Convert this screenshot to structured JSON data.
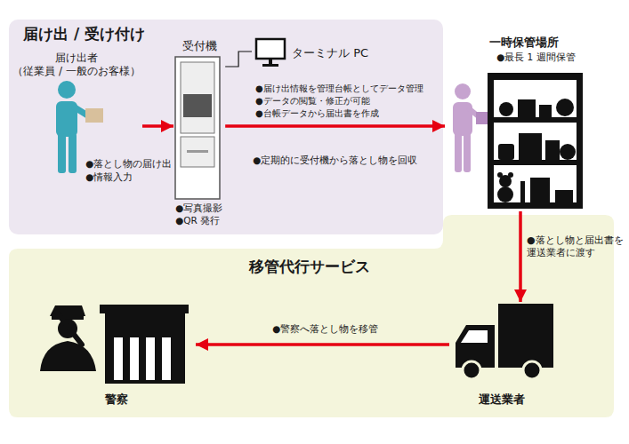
{
  "diagram": {
    "nodes": [
      {
        "text": [
          "届け出 / 受け付け"
        ]
      },
      {
        "text": [
          "届け出者",
          "（従業員 / 一般のお客様）"
        ],
        "in": 0
      },
      {
        "text": [
          "受付機",
          "●写真撮影",
          "●QR 発行"
        ],
        "in": 0
      },
      {
        "text": [
          "ターミナル PC",
          "●届け出情報を管理台帳としてデータ管理",
          "●データの閲覧・修正が可能",
          "●台帳データから届出書を作成"
        ],
        "in": 0
      },
      {
        "text": [
          "一時保管場所",
          "●最長 1 週間保管"
        ]
      },
      {
        "text": [
          "移管代行サービス"
        ]
      },
      {
        "text": [
          "運送業者"
        ],
        "in": 5
      },
      {
        "text": [
          "警察"
        ],
        "in": 5
      }
    ],
    "edges": [
      {
        "from": 1,
        "to": 2,
        "arrow": "to"
      },
      {
        "from": 2,
        "to": 3,
        "arrow": "none"
      },
      {
        "from": 2,
        "to": 4,
        "label": "●定期的に受付機から落とし物を回収",
        "arrow": "to"
      },
      {
        "from": 4,
        "to": 6,
        "label": "●落とし物と届出書を 運送業者に渡す",
        "arrow": "to"
      },
      {
        "from": 6,
        "to": 7,
        "label": "●警察へ落とし物を移管",
        "arrow": "to"
      }
    ],
    "labels": [
      "●落とし物の届け出",
      "●情報入力"
    ]
  }
}
